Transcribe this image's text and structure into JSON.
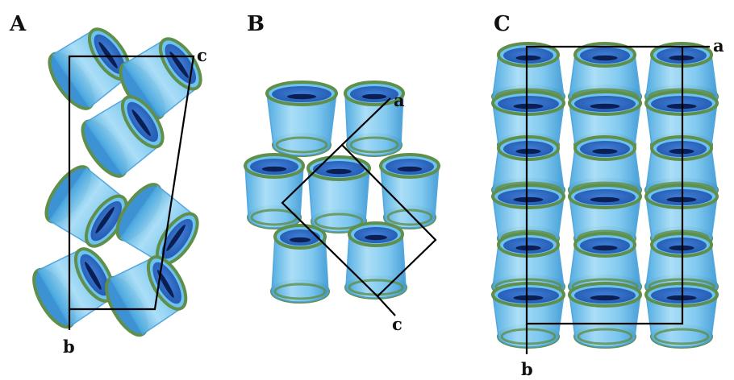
{
  "panels": [
    {
      "letter": "A",
      "axes": {
        "upper": "c",
        "lower": "b"
      }
    },
    {
      "letter": "B",
      "axes": {
        "upper": "a",
        "lower": "c"
      }
    },
    {
      "letter": "C",
      "axes": {
        "upper": "a",
        "lower": "b"
      }
    }
  ],
  "colors": {
    "ring_outer": "#6cc3f0",
    "ring_mid": "#92d4f5",
    "ring_inner": "#2f67c6",
    "rim": "#5f8f4a",
    "hole": "#0b1f55",
    "cell_line": "#000000"
  }
}
